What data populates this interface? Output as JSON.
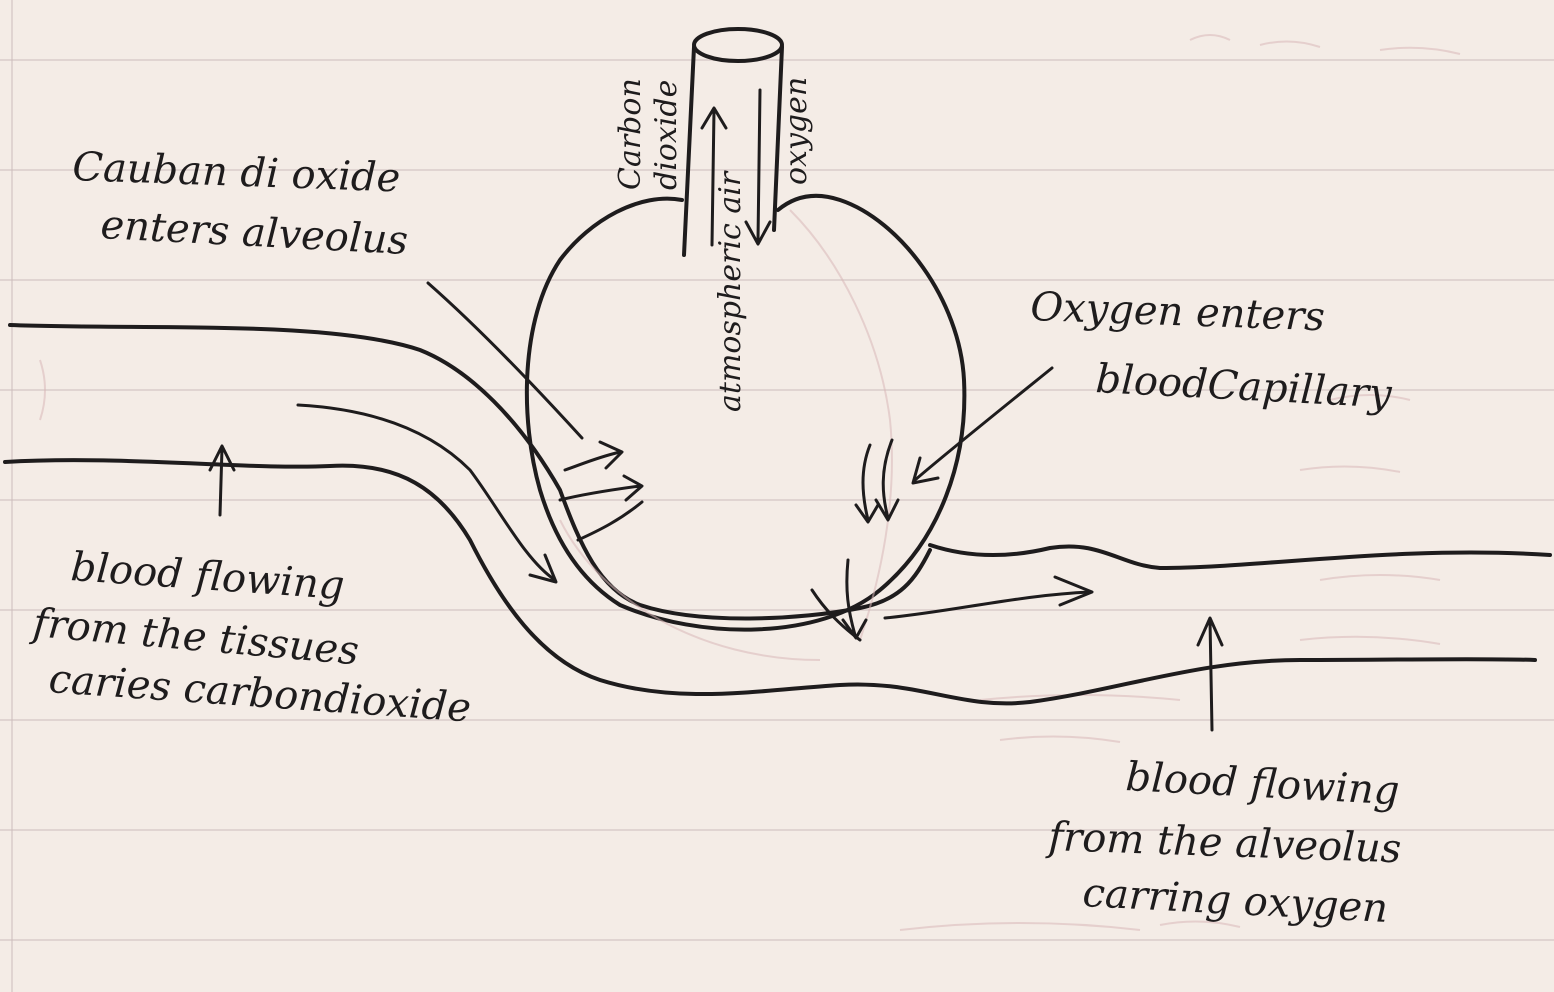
{
  "labels": {
    "co2_enters": [
      "Cauban di oxide",
      "enters alveolus"
    ],
    "o2_enters": [
      "Oxygen enters",
      "bloodCapillary"
    ],
    "blood_in": [
      "blood flowing",
      "from the tissues",
      "caries carbondioxide"
    ],
    "blood_out": [
      "blood flowing",
      "from the alveolus",
      "carring oxygen"
    ],
    "tube_left": [
      "Carbon",
      "dioxide"
    ],
    "tube_right": "oxygen",
    "tube_center": "atmospheric air"
  },
  "colors": {
    "ink": "#1e1c1d",
    "paper": "#f4ece6",
    "ruled_line": "#e3d3d3"
  }
}
